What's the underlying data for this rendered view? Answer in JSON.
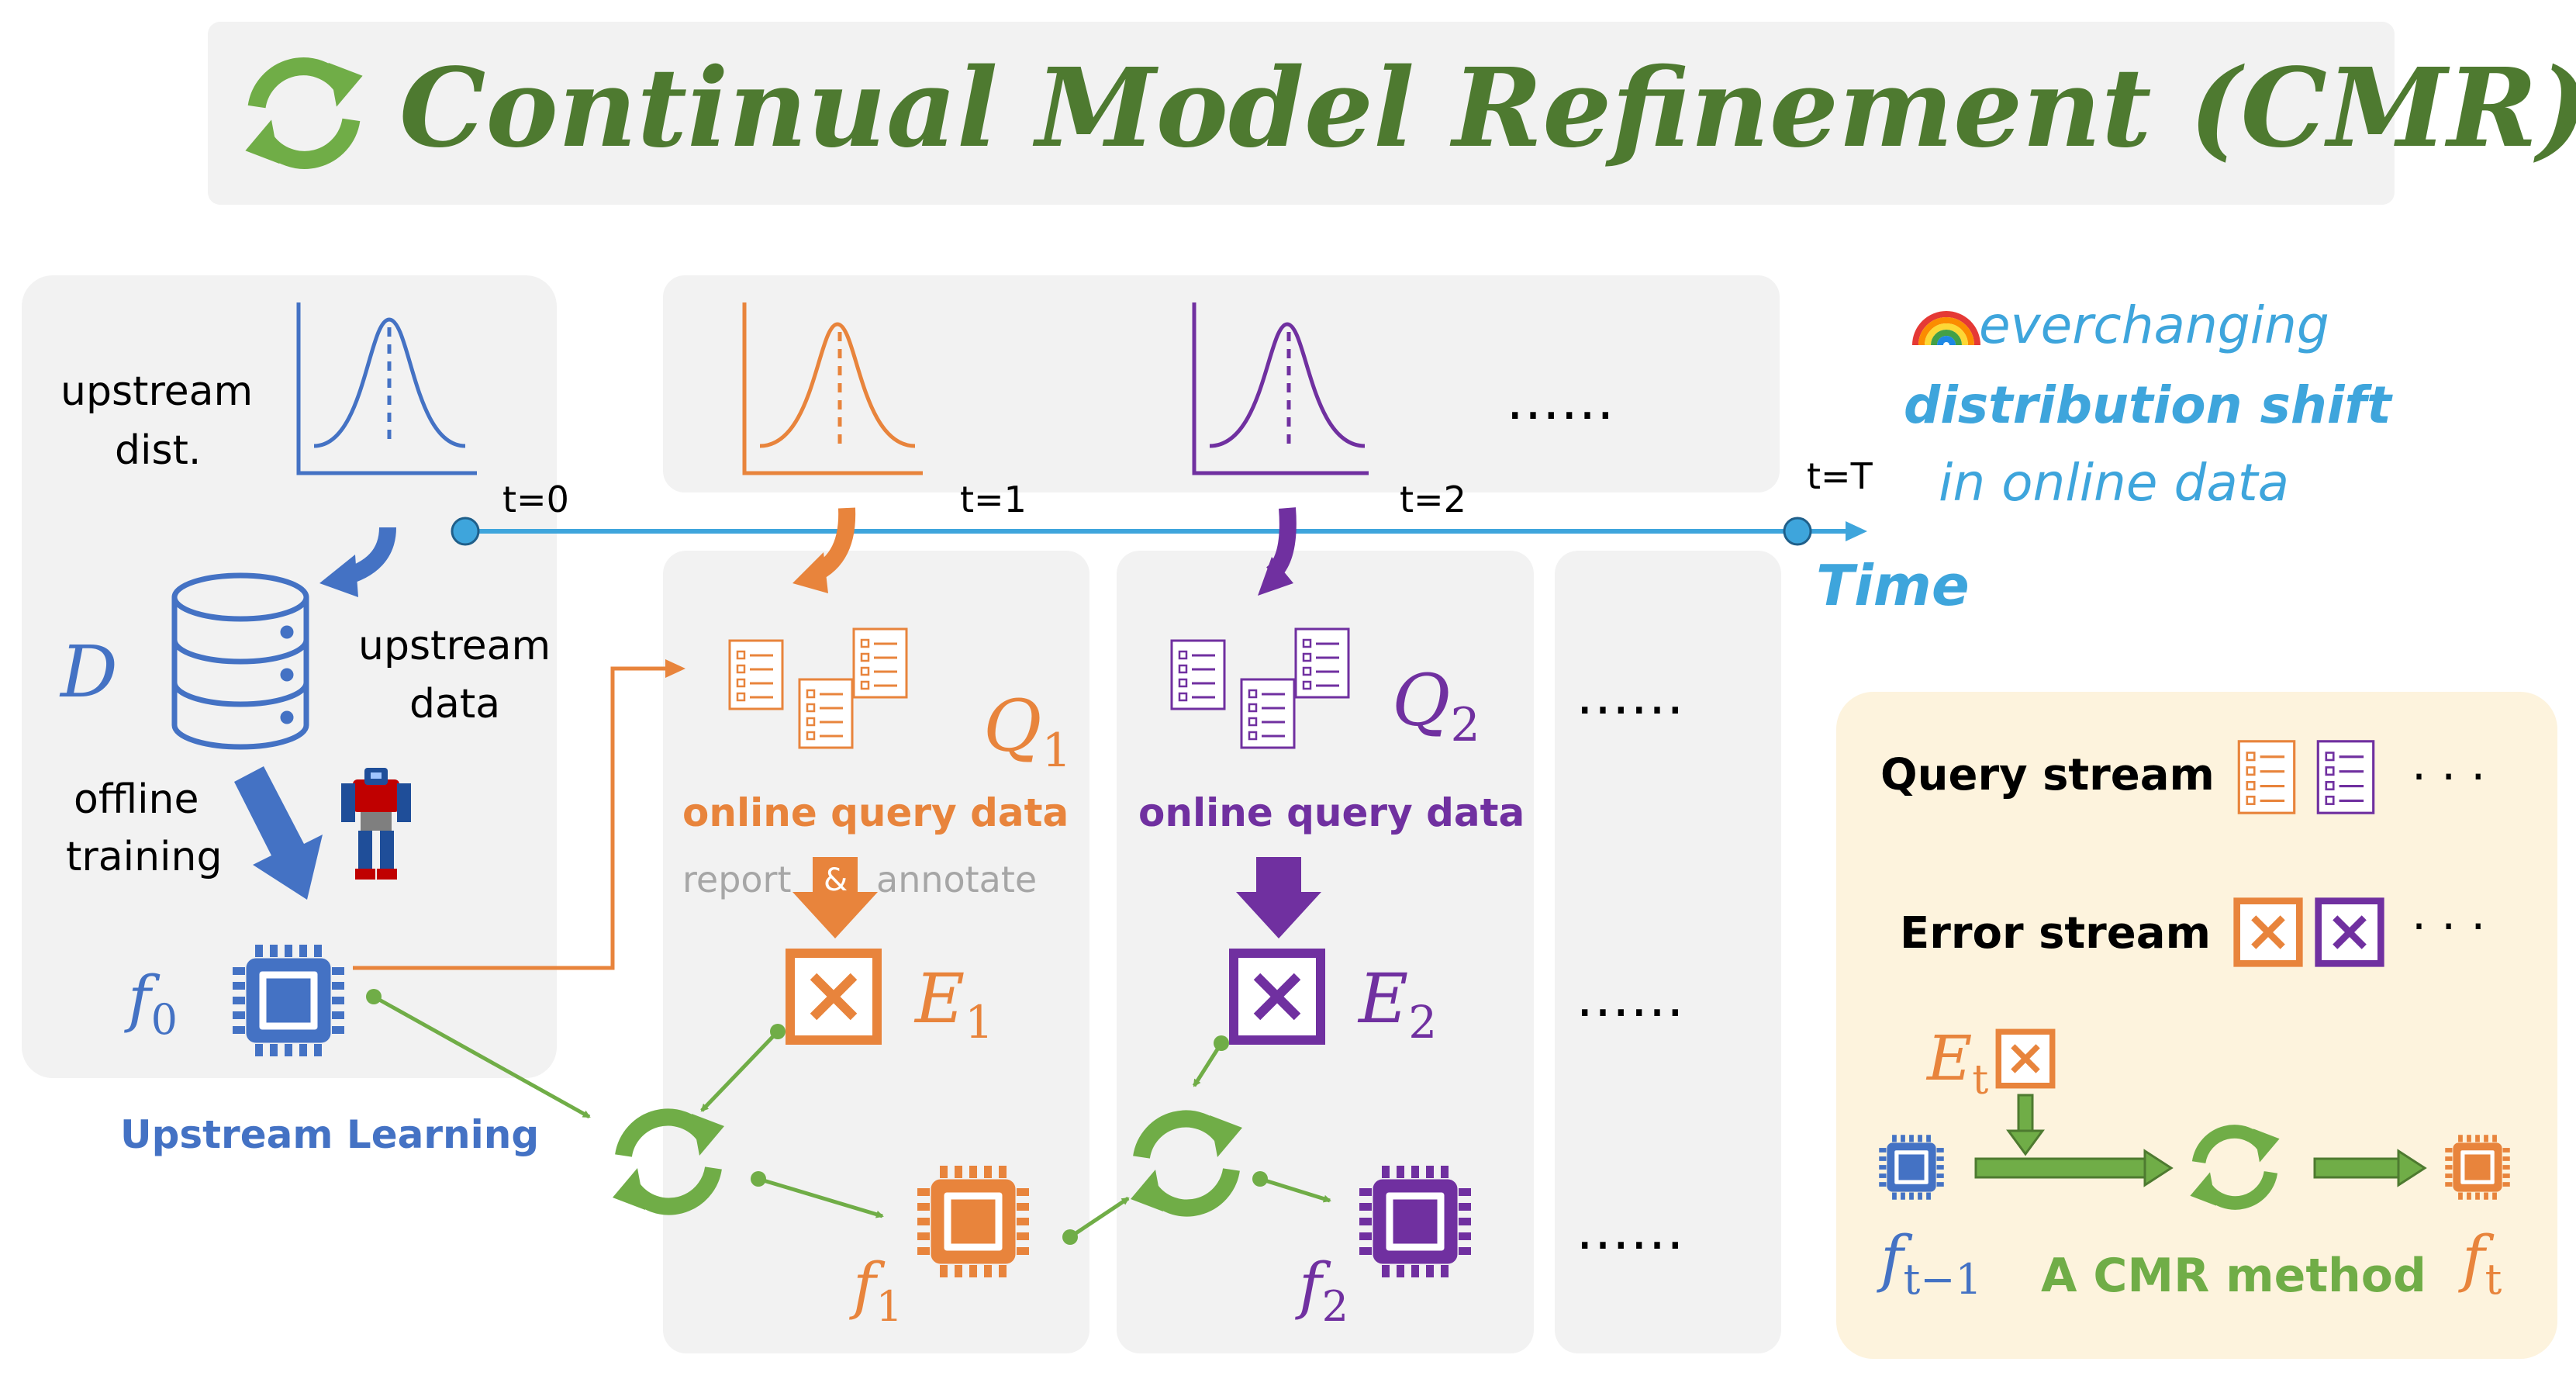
{
  "title": "Continual Model Refinement (CMR)",
  "colors": {
    "blue": "#4472c4",
    "orange": "#e8843c",
    "purple": "#7030a0",
    "green": "#70ad47",
    "dark_green": "#4e7a30",
    "sky": "#3ea5dc",
    "gray_text": "#a6a6a6",
    "panel": "#f2f2f2",
    "legend_bg": "#fdf3dd"
  },
  "upstream": {
    "dist_label_1": "upstream",
    "dist_label_2": "dist.",
    "dataset_symbol": "D",
    "data_label_1": "upstream",
    "data_label_2": "data",
    "training_label_1": "offline",
    "training_label_2": "training",
    "model_symbol": "f",
    "model_sub": "0",
    "section_label": "Upstream Learning"
  },
  "timeline": {
    "ticks": [
      "t=0",
      "t=1",
      "t=2",
      "t=T"
    ],
    "axis_label": "Time",
    "dots": "……"
  },
  "shift_note": {
    "icon": "rainbow-icon",
    "line1": "everchanging",
    "line2": "distribution shift",
    "line3": "in online data"
  },
  "step1": {
    "query_symbol": "Q",
    "query_sub": "1",
    "query_label": "online query data",
    "report_label": "report",
    "amp_label": "&",
    "annotate_label": "annotate",
    "error_symbol": "E",
    "error_sub": "1",
    "model_symbol": "f",
    "model_sub": "1"
  },
  "step2": {
    "query_symbol": "Q",
    "query_sub": "2",
    "query_label": "online query data",
    "error_symbol": "E",
    "error_sub": "2",
    "model_symbol": "f",
    "model_sub": "2"
  },
  "ellipses": [
    "……",
    "……",
    "……"
  ],
  "legend": {
    "query_stream": "Query stream",
    "error_stream": "Error stream",
    "dots": "· · ·",
    "error_symbol": "E",
    "error_sub": "t",
    "prev_model_symbol": "f",
    "prev_model_sub": "t−1",
    "method_label": "A CMR method",
    "next_model_symbol": "f",
    "next_model_sub": "t"
  }
}
